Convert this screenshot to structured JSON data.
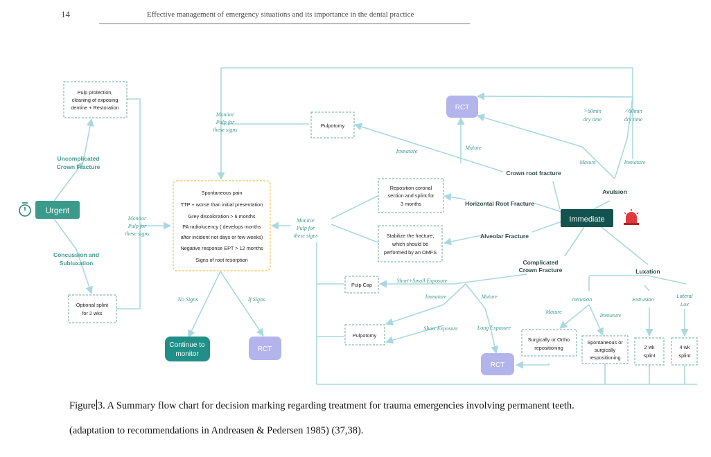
{
  "page": {
    "number": "14",
    "running_head": "Effective management of emergency situations and its importance in the dental practice"
  },
  "colors": {
    "line": "#a9d8e0",
    "box_border": "#6aaa9c",
    "label_text": "#3d9a8e",
    "teal_dark": "#12524f",
    "teal_mid": "#3a9a8b",
    "teal_button": "#1f8f87",
    "rct_fill": "#b4b4ec",
    "yellow_border": "#f2c24a",
    "red_alarm": "#e0393e"
  },
  "diagram": {
    "nodes": {
      "urgent": "Urgent",
      "immediate": "Immediate",
      "continue_monitor": [
        "Continue to",
        "monitor"
      ],
      "rct": "RCT",
      "pulp_protection": [
        "Pulp protection,",
        "cleaning of exposing",
        "dentine + Restoration"
      ],
      "optional_splint": [
        "Optional splint",
        "for 2 wks"
      ],
      "pulpotomy": "Pulpotomy",
      "pulp_cap": "Pulp Cap",
      "reposition_coronal": [
        "Reposition coronal",
        "section and splint for",
        "3 months"
      ],
      "stabilize_fracture": [
        "Stabilize the fracture,",
        "which should be",
        "performed by an OMFS"
      ],
      "surgically_ortho": [
        "Surgically or Ortho",
        "repositioning"
      ],
      "spontaneous_surgically": [
        "Spontaneous or",
        "surgically",
        "respositioning"
      ],
      "two_wk_splint": [
        "2 wk",
        "splint"
      ],
      "four_wk_splint": [
        "4 wk",
        "splint"
      ],
      "signs_box": [
        "Spontaneous pain",
        "TTP + worse than initial presentation",
        "Grey discoloration > 6 months",
        "PA radiolucency ( develops months",
        "after incident not days or few weeks)",
        "Negative response EPT > 12 months",
        "Signs of root resorption"
      ]
    },
    "labels": {
      "uncomplicated_crown": [
        "Uncomplicated",
        "Crown Fracture"
      ],
      "concussion": [
        "Concussion and",
        "Subluxation"
      ],
      "crown_root_fracture": "Crown root fracture",
      "horizontal_root_fracture": "Horizontal Root Fracture",
      "alveolar_fracture": "Alveolar Fracture",
      "complicated_crown": [
        "Complicated",
        "Crown Fracture"
      ],
      "avulsion": "Avulsion",
      "luxation": "Luxation",
      "intrusion": "Intrusion",
      "extrusion": "Extrusion",
      "lateral_lux": [
        "Lateral",
        "Lux"
      ]
    },
    "edge_labels": {
      "monitor_pulp": [
        "Monitor",
        "Pulp for",
        "these signs"
      ],
      "immature": "Immature",
      "mature": "Mature",
      "gt60": [
        ">60min",
        "dry time"
      ],
      "lt60": [
        "<60min",
        "dry time"
      ],
      "no_signs": "No Signs",
      "if_signs": "If Signs",
      "short_small": "Short+Small Exposure",
      "short_exposure": "Short Exposure",
      "long_exposure": "Long Exposure"
    }
  },
  "caption": {
    "line1_a": "Figure",
    "line1_b": "3. A Summary flow chart for decision marking regarding treatment for trauma emergencies involving permanent teeth.",
    "line2": "(adaptation to recommendations in Andreasen & Pedersen 1985) (37,38)."
  }
}
